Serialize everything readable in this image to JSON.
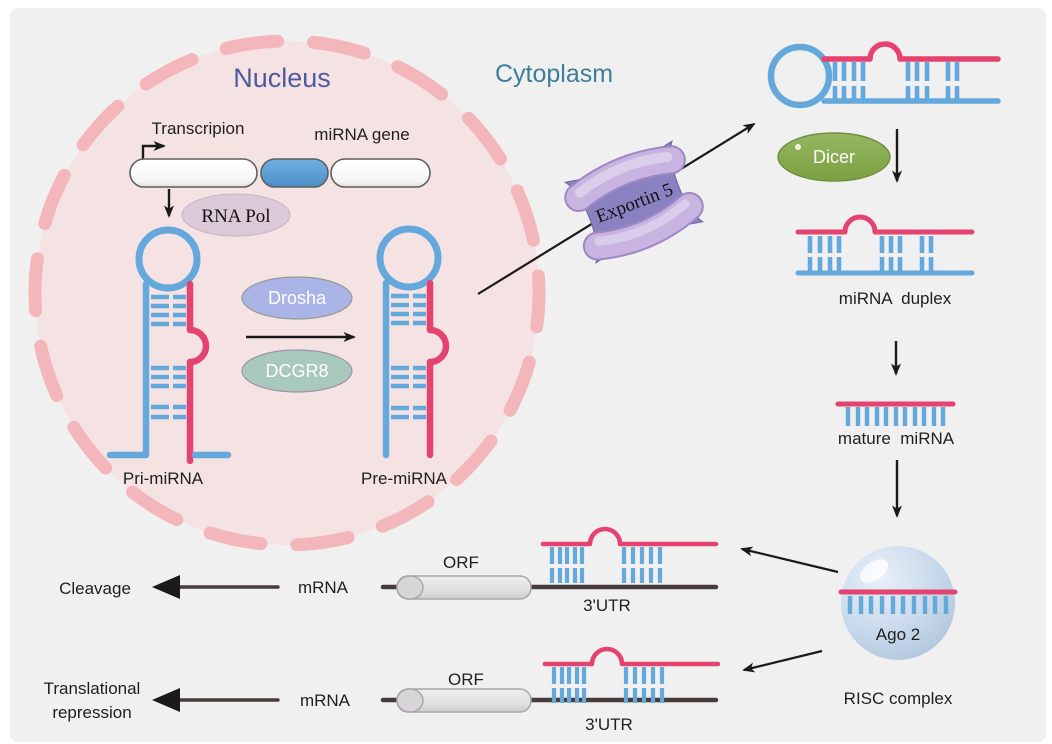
{
  "figure": {
    "type": "miRNA biogenesis pathway diagram"
  },
  "colors": {
    "panel": "#f1f0f1",
    "nucleus_fill": "#f5e3e4",
    "nucleus_membrane": "#f3b6bb",
    "strand_blue": "#64a8dc",
    "strand_pink": "#e4436f",
    "mrna_line": "#473b3b",
    "arrow": "#1a1a1a",
    "label_dark": "#1f1f1f",
    "nucleus_label": "#4f5a9e",
    "cytoplasm_label": "#3d7e96",
    "gene_blue": "#5b9ed6",
    "gene_white": "#ffffff",
    "rnapol_fill": "#dcc9d7",
    "drosha_fill": "#abb4e6",
    "dcgr8_fill": "#aac9bd",
    "dicer_fill": "#8cae51",
    "exportin_dark": "#8a82c0",
    "exportin_light": "#c9b3e0",
    "ago2_fill": "#c5d6e9",
    "cylinder_fill": "#e4e3e4"
  },
  "regions": {
    "nucleus": "Nucleus",
    "cytoplasm": "Cytoplasm"
  },
  "nucleus_items": {
    "transcription": "Transcripion",
    "mirna_gene": "miRNA gene",
    "rna_pol": "RNA Pol",
    "drosha": "Drosha",
    "dcgr8": "DCGR8",
    "pri_mirna": "Pri-miRNA",
    "pre_mirna": "Pre-miRNA"
  },
  "cytoplasm_items": {
    "exportin": "Exportin 5",
    "dicer": "Dicer",
    "mirna_duplex": "miRNA  duplex",
    "mature_mirna": "mature  miRNA",
    "ago2": "Ago 2",
    "risc": "RISC complex"
  },
  "mrna_rows": [
    {
      "outcome": "Cleavage",
      "outcome_line2": "",
      "mrna": "mRNA",
      "orf": "ORF",
      "utr": "3'UTR"
    },
    {
      "outcome": "Translational",
      "outcome_line2": "repression",
      "mrna": "mRNA",
      "orf": "ORF",
      "utr": "3'UTR"
    }
  ]
}
